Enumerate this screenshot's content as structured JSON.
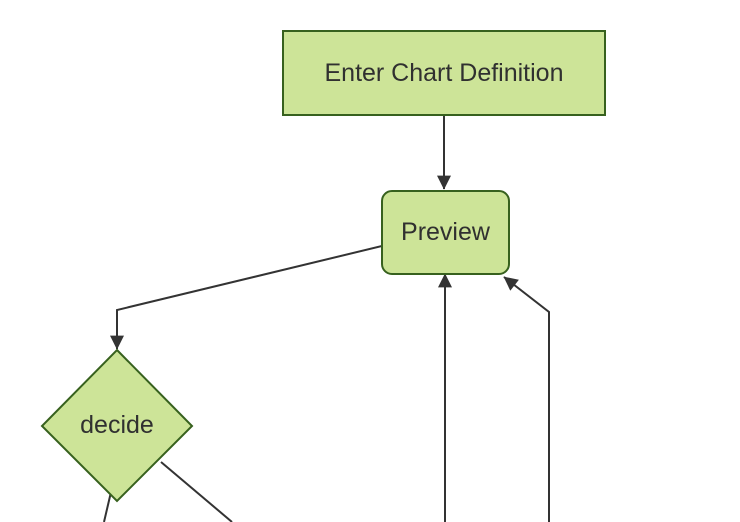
{
  "diagram": {
    "type": "flowchart",
    "direction": "top-down",
    "nodes": [
      {
        "id": "A",
        "label": "Enter Chart Definition",
        "shape": "rectangle"
      },
      {
        "id": "B",
        "label": "Preview",
        "shape": "rounded-rectangle"
      },
      {
        "id": "C",
        "label": "decide",
        "shape": "diamond"
      }
    ],
    "edges": [
      {
        "from": "enter-chart-definition",
        "to": "preview",
        "arrow": true
      },
      {
        "from": "preview",
        "to": "decide",
        "arrow": true
      },
      {
        "from": "offscreen-bottom",
        "to": "preview",
        "arrow": true
      },
      {
        "from": "offscreen-bottom-right",
        "to": "preview",
        "arrow": true
      },
      {
        "from": "decide",
        "to": "offscreen-bottom-left",
        "arrow": false
      },
      {
        "from": "decide",
        "to": "offscreen-bottom-right",
        "arrow": false
      }
    ],
    "colors": {
      "node_fill": "#cde498",
      "node_border": "#37611e",
      "edge": "#333333",
      "text": "#303030",
      "background": "#ffffff"
    }
  }
}
